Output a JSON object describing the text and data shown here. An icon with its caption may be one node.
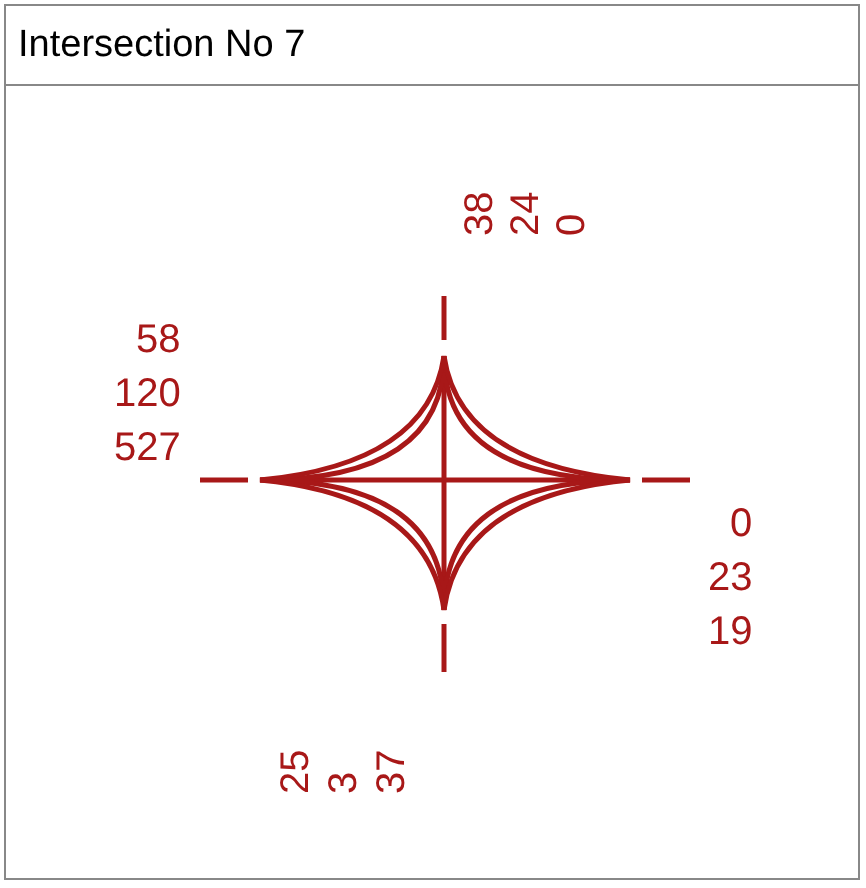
{
  "diagram": {
    "title": "Intersection No 7",
    "labels": [
      "38",
      "24",
      "0",
      "58",
      "120",
      "527",
      "0",
      "23",
      "19",
      "25",
      "3",
      "37"
    ]
  }
}
